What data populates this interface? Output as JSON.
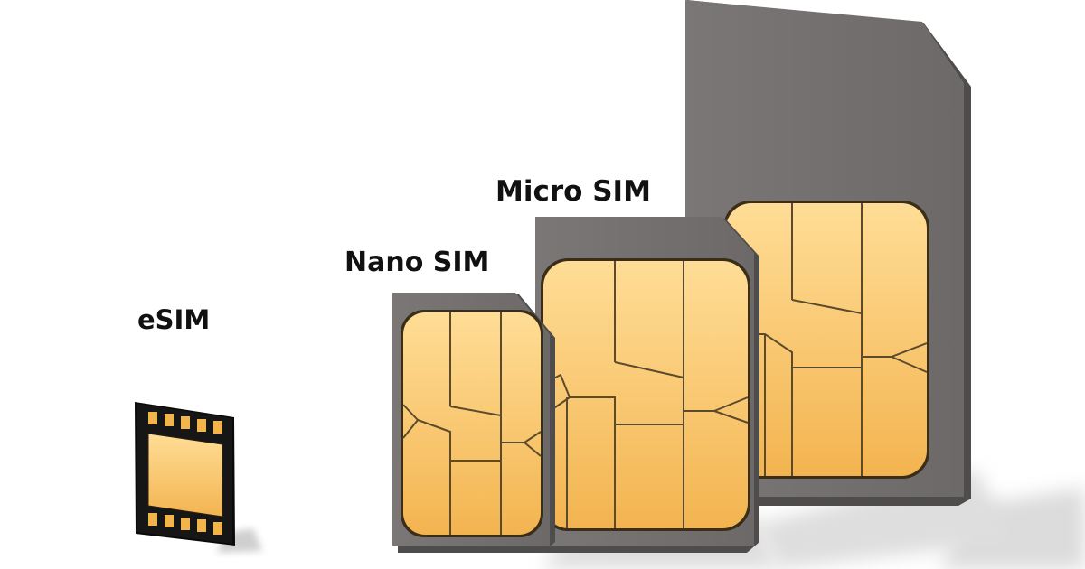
{
  "labels": {
    "esim": "eSIM",
    "nano": "Nano SIM",
    "micro": "Micro SIM"
  },
  "colors": {
    "background": "#ffffff",
    "card": "#716e6d",
    "card_edge": "#4a4848",
    "chip_light": "#ffd98a",
    "chip_dark": "#f2b24f",
    "chip_line": "#5a4a2c",
    "esim_body": "#111111"
  }
}
